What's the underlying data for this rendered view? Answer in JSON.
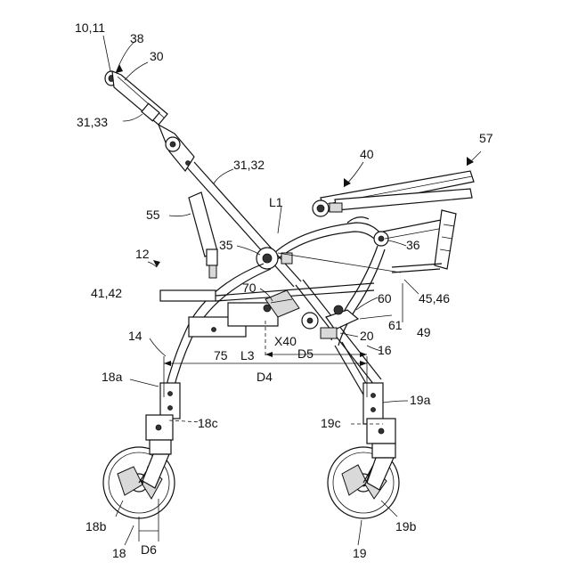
{
  "figure": {
    "labels": {
      "l_10_11": "10,11",
      "l_38": "38",
      "l_30": "30",
      "l_31_33": "31,33",
      "l_31_32": "31,32",
      "l_40": "40",
      "l_57": "57",
      "l_L1": "L1",
      "l_55": "55",
      "l_35": "35",
      "l_36": "36",
      "l_12": "12",
      "l_41_42": "41,42",
      "l_70": "70",
      "l_60": "60",
      "l_45_46": "45,46",
      "l_61": "61",
      "l_49": "49",
      "l_14": "14",
      "l_X40": "X40",
      "l_20": "20",
      "l_75": "75",
      "l_L3": "L3",
      "l_D5": "D5",
      "l_16": "16",
      "l_D4": "D4",
      "l_18a": "18a",
      "l_19a": "19a",
      "l_18c": "18c",
      "l_19c": "19c",
      "l_18b": "18b",
      "l_19b": "19b",
      "l_18": "18",
      "l_D6": "D6",
      "l_19": "19"
    }
  }
}
